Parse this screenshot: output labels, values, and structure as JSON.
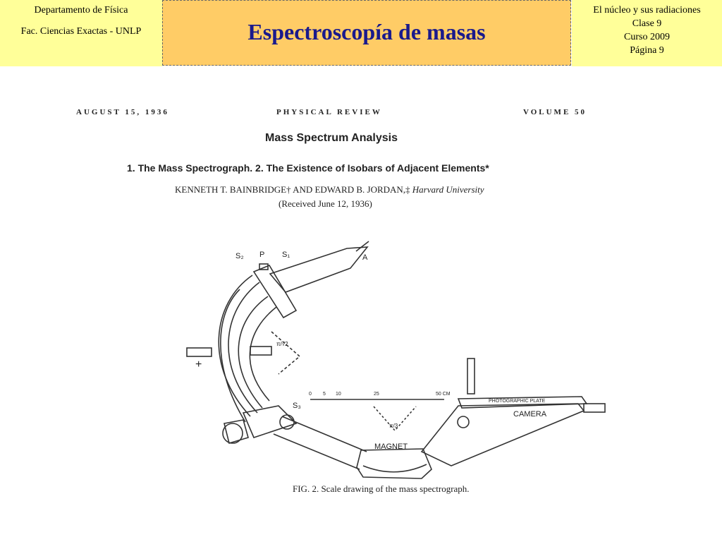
{
  "header": {
    "left_line1": "Departamento de Física",
    "left_line2": "Fac. Ciencias Exactas - UNLP",
    "title": "Espectroscopía de masas",
    "right_line1": "El núcleo y sus radiaciones",
    "right_line2": "Clase 9",
    "right_line3": "Curso 2009",
    "right_line4": "Página 9"
  },
  "paper": {
    "date": "AUGUST 15, 1936",
    "journal": "PHYSICAL REVIEW",
    "volume": "VOLUME 50",
    "title": "Mass Spectrum Analysis",
    "subtitle": "1. The Mass Spectrograph. 2. The Existence of Isobars of Adjacent Elements*",
    "authors": "KENNETH T. BAINBRIDGE† AND EDWARD B. JORDAN,‡",
    "affiliation": "Harvard University",
    "received": "(Received June 12, 1936)",
    "caption": "FIG. 2. Scale drawing of the mass spectrograph."
  },
  "figure": {
    "labels": {
      "s2": "S₂",
      "p": "P",
      "s1": "S₁",
      "a": "A",
      "plus": "+",
      "s3": "S₃",
      "magnet": "MAGNET",
      "plate": "PHOTOGRAPHIC PLATE",
      "camera": "CAMERA",
      "pi_sqrt2": "π/√2",
      "pi3": "π/3"
    },
    "scale_ticks": [
      "0",
      "5",
      "10",
      "25",
      "50 CM"
    ]
  }
}
